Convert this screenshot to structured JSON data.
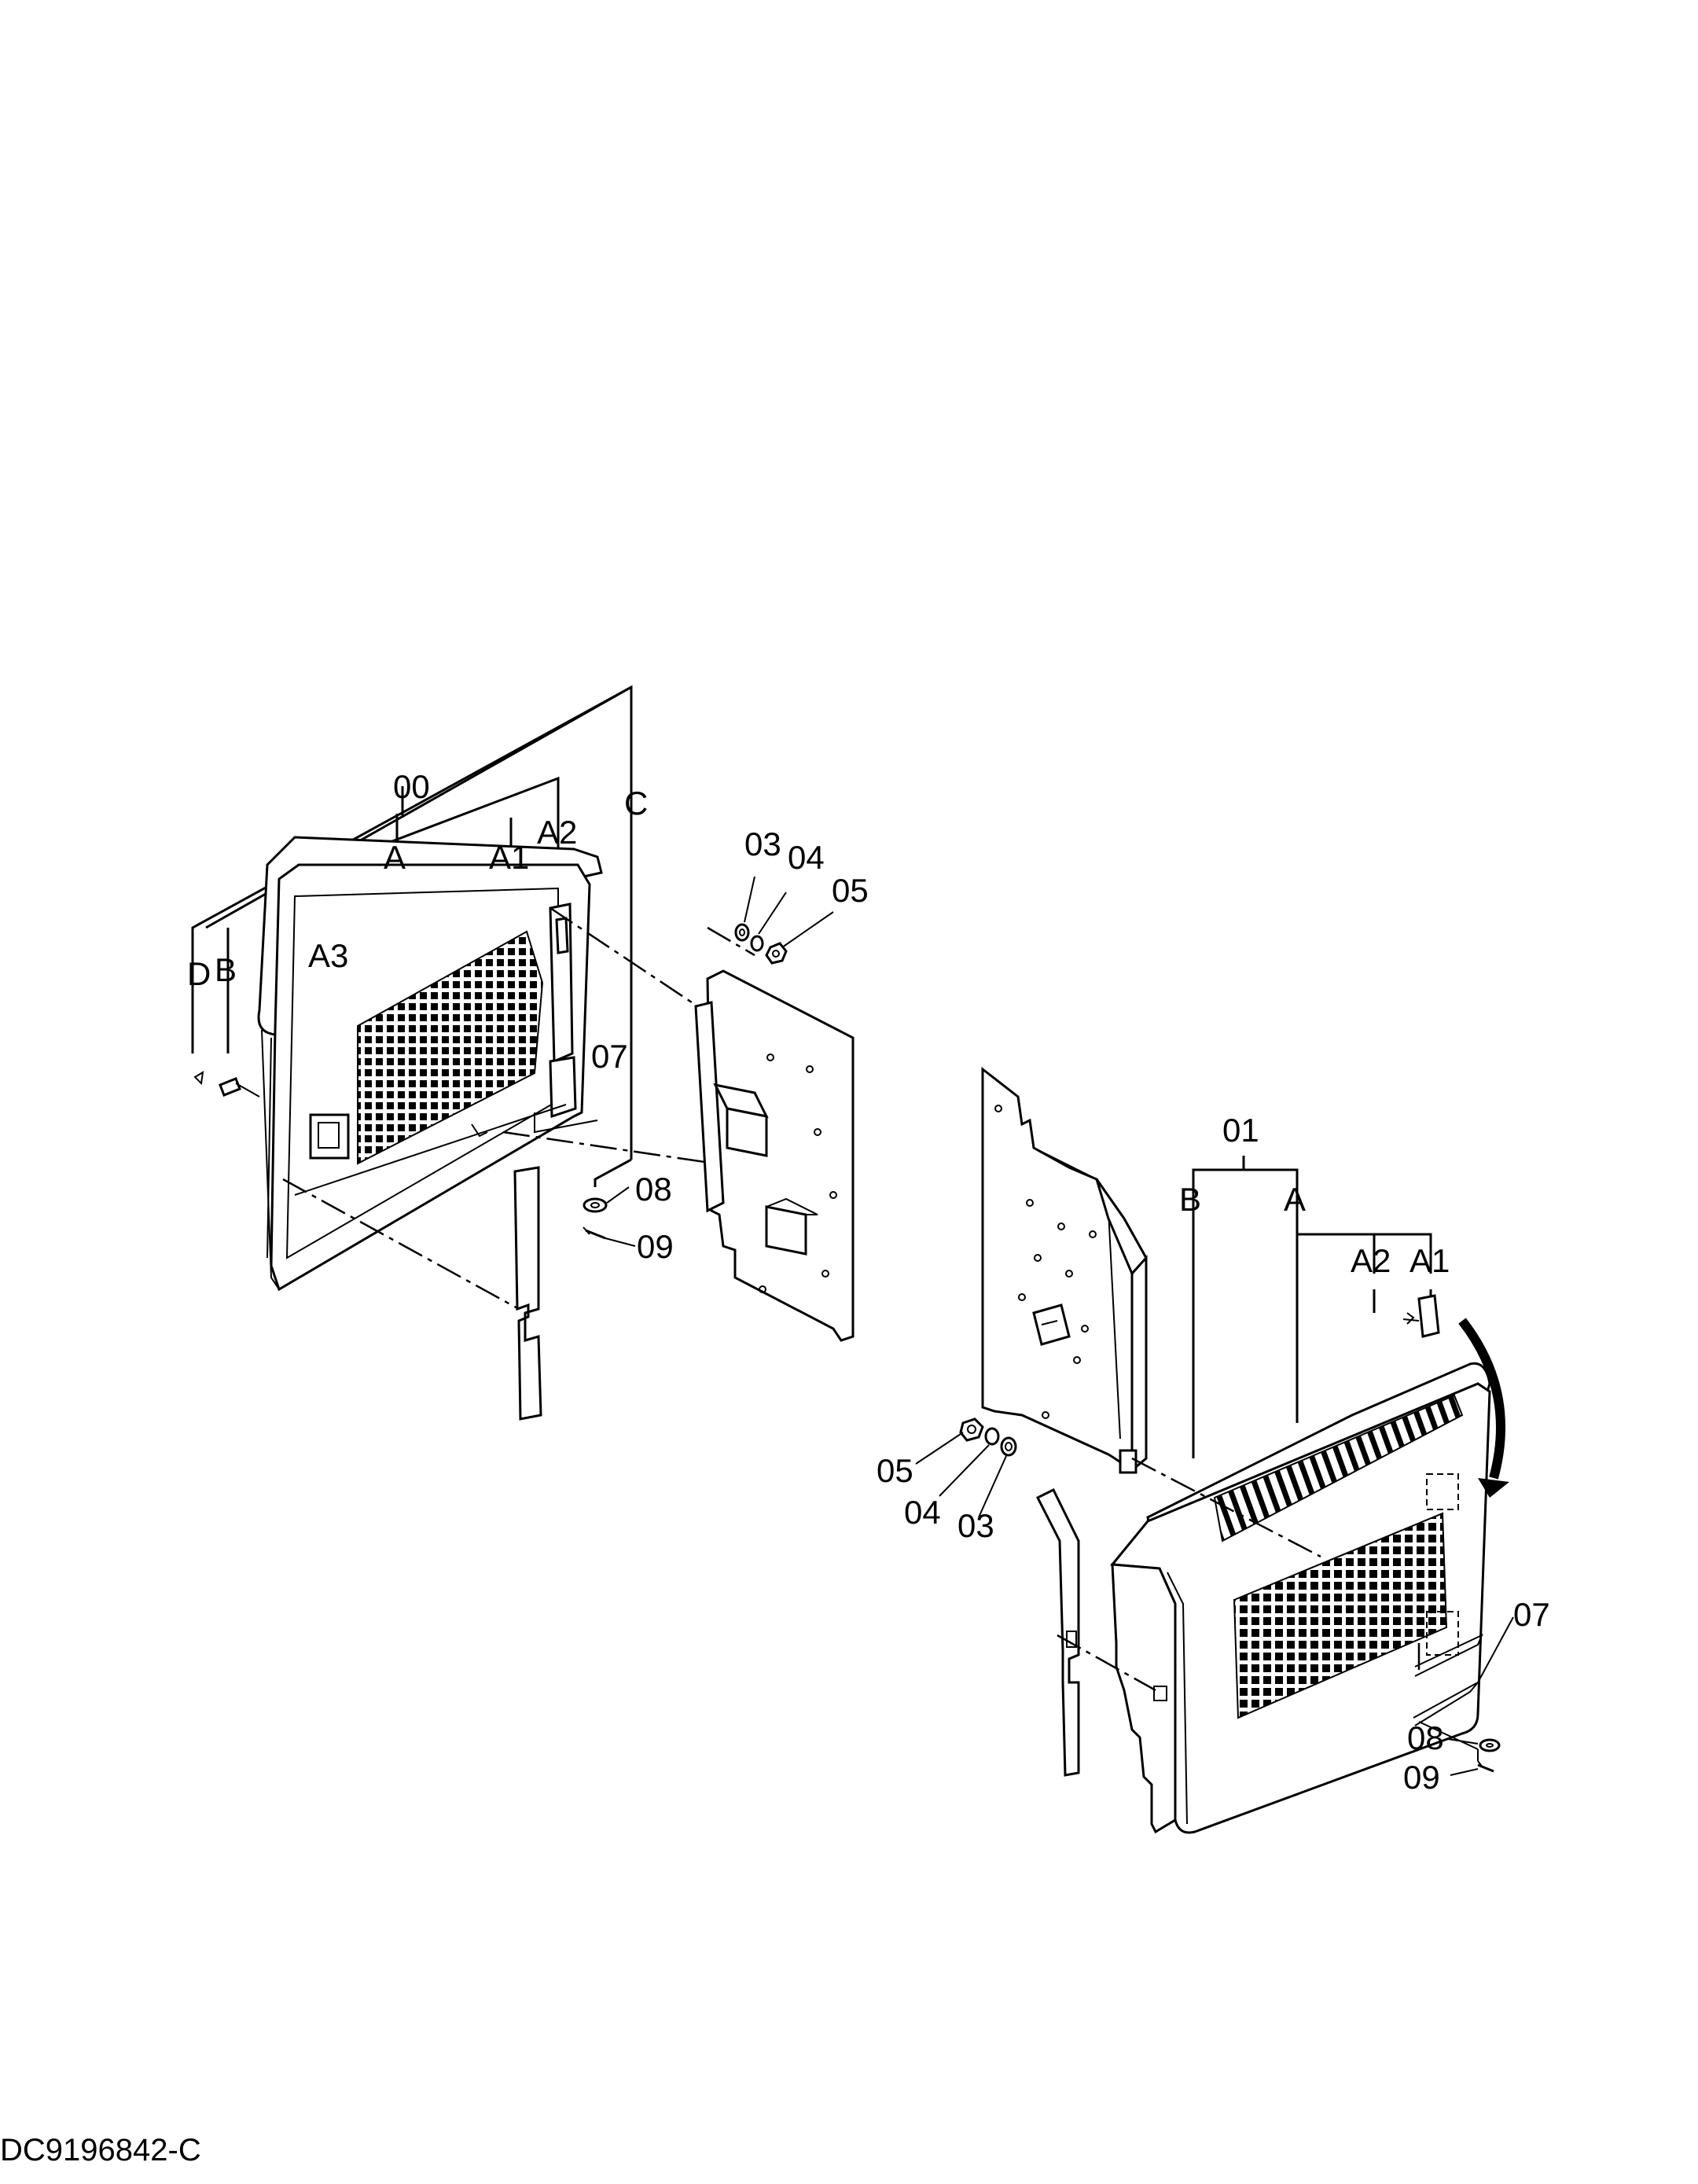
{
  "diagram": {
    "document_id": "DC9196842-C",
    "left_assembly": {
      "labels": {
        "main": "00",
        "a": "A",
        "a1": "A1",
        "a2": "A2",
        "a3": "A3",
        "b": "B",
        "c": "C",
        "d": "D",
        "p03": "03",
        "p04": "04",
        "p05": "05",
        "p07": "07",
        "p08": "08",
        "p09": "09"
      }
    },
    "right_assembly": {
      "labels": {
        "main": "01",
        "a": "A",
        "a1": "A1",
        "a2": "A2",
        "b": "B",
        "p03": "03",
        "p04": "04",
        "p05": "05",
        "p07": "07",
        "p08": "08",
        "p09": "09"
      }
    }
  }
}
